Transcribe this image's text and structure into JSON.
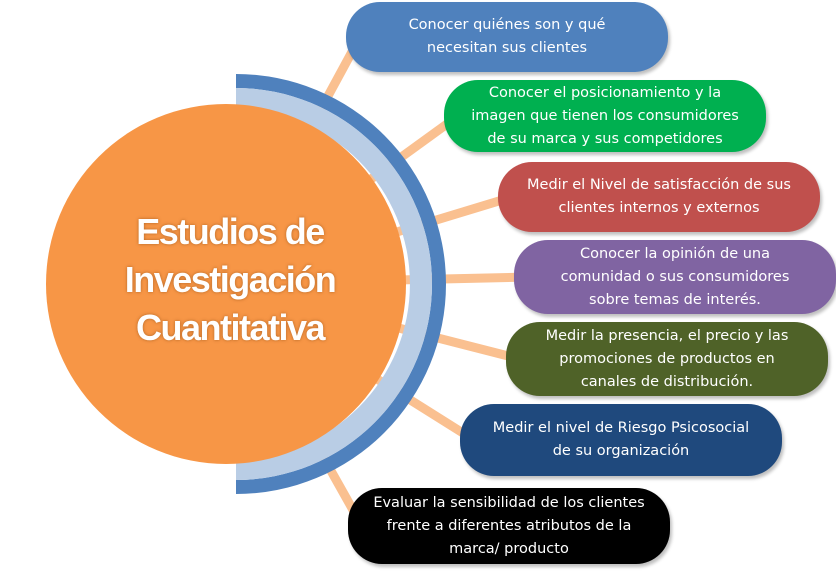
{
  "center": {
    "title_lines": [
      "Estudios de",
      "Investigación",
      "Cuantitativa"
    ],
    "fill": "#F79646",
    "arc_outer": "#4F81BD",
    "arc_inner": "#B9CDE5",
    "spoke_color": "#FAC090"
  },
  "items": [
    {
      "text": "Conocer  quiénes son y qué\nnecesitan sus clientes",
      "color": "#4F81BD"
    },
    {
      "text": "Conocer  el posicionamiento y la\nimagen que tienen los consumidores\nde su marca y sus competidores",
      "color": "#00B050"
    },
    {
      "text": "Medir el Nivel de satisfacción de sus\nclientes internos y externos",
      "color": "#C0504D"
    },
    {
      "text": "Conocer la opinión de una\ncomunidad o sus consumidores\nsobre temas de interés.",
      "color": "#8064A2"
    },
    {
      "text": "Medir la presencia, el precio y las\npromociones de productos en\ncanales de distribución.",
      "color": "#4F6228"
    },
    {
      "text": "Medir el nivel de Riesgo Psicosocial\nde su  organización",
      "color": "#1F497D"
    },
    {
      "text": "Evaluar la sensibilidad de los clientes\nfrente a diferentes atributos de la\nmarca/ producto",
      "color": "#000000"
    }
  ]
}
